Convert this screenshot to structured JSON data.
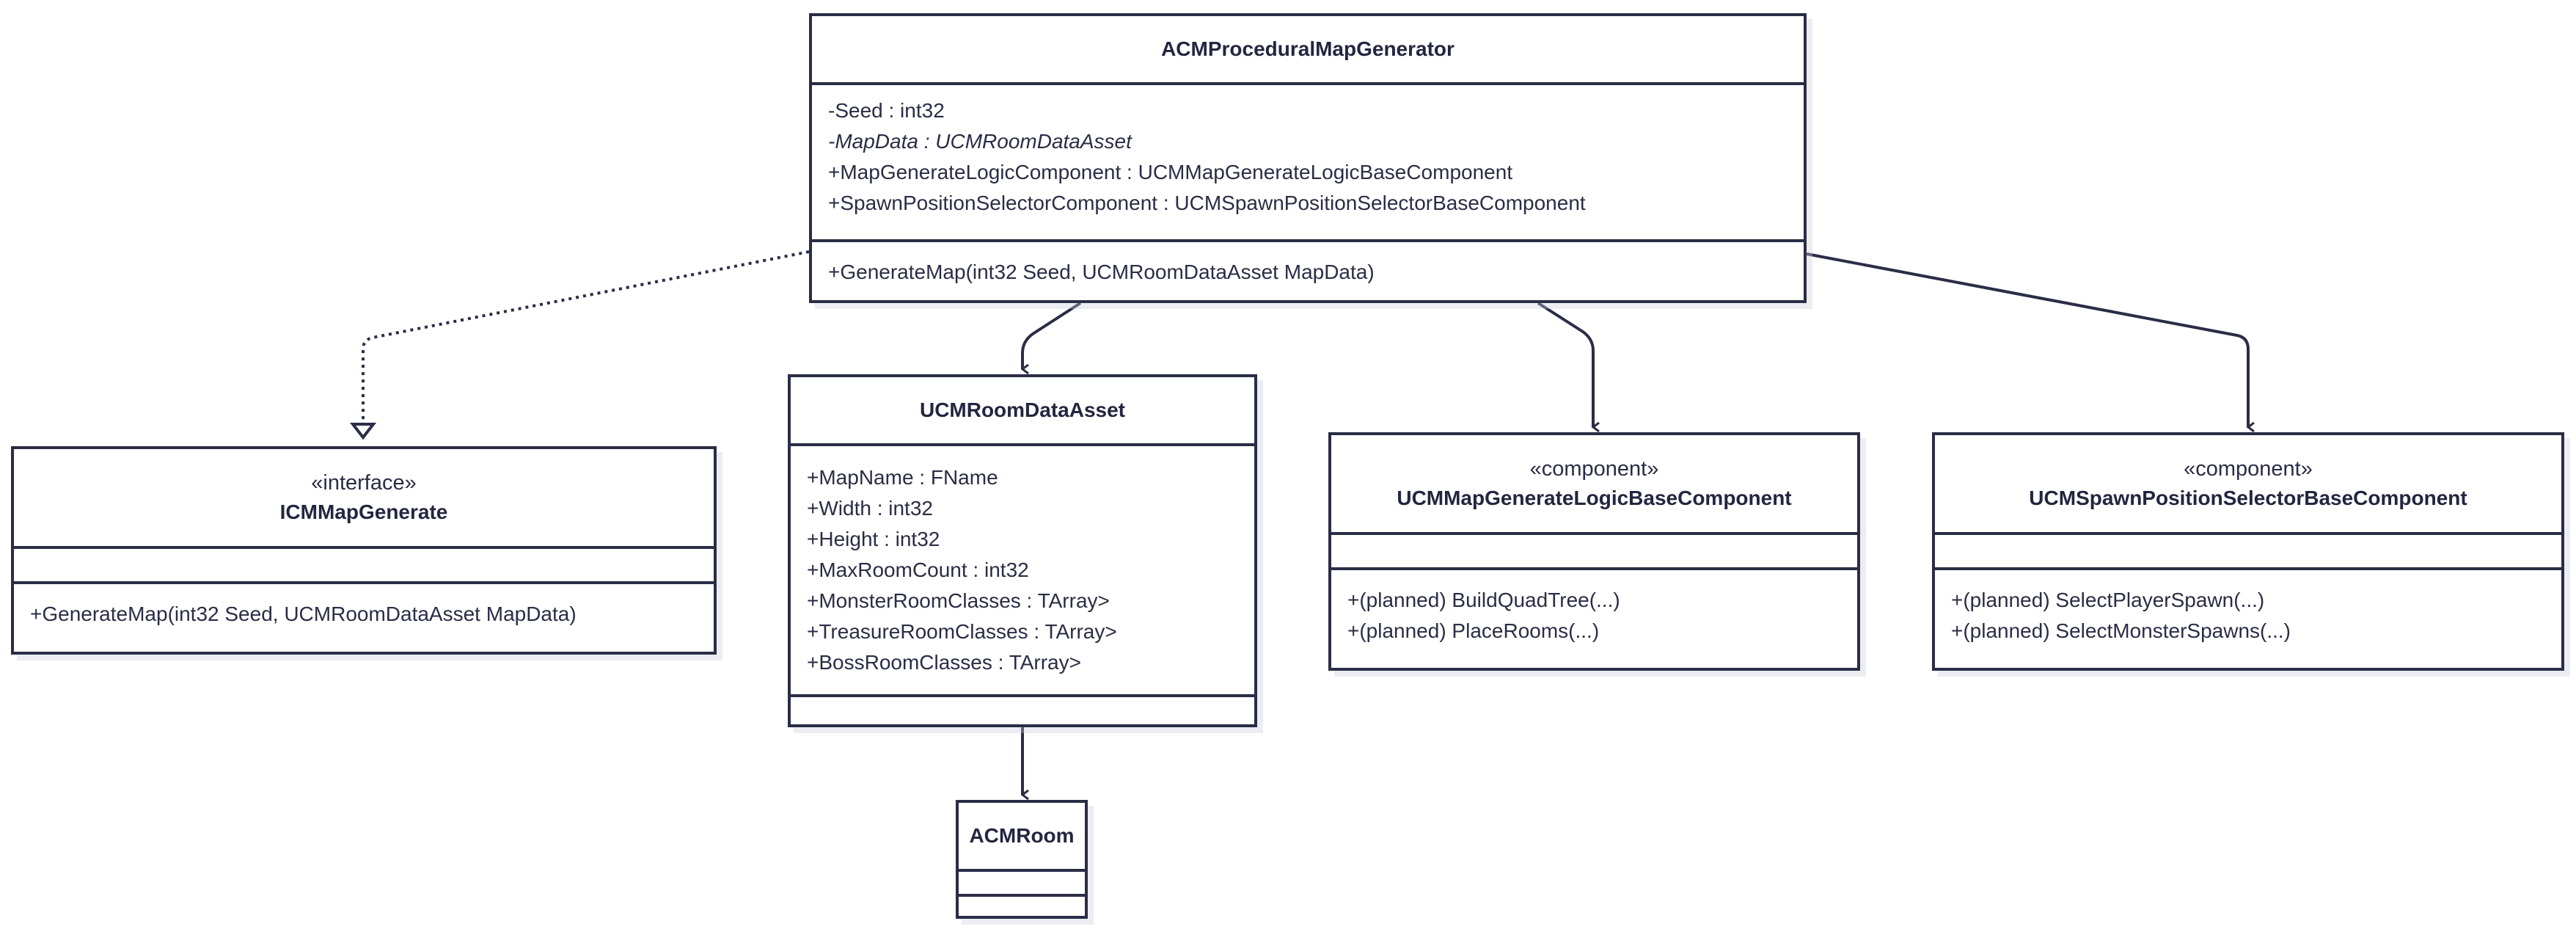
{
  "colors": {
    "stroke": "#2a2d45",
    "background": "#ffffff",
    "text": "#2a2d45"
  },
  "classes": {
    "generator": {
      "name": "ACMProceduralMapGenerator",
      "attributes": [
        "-Seed : int32",
        "-MapData : UCMRoomDataAsset",
        "+MapGenerateLogicComponent : UCMMapGenerateLogicBaseComponent",
        "+SpawnPositionSelectorComponent : UCMSpawnPositionSelectorBaseComponent"
      ],
      "methods": [
        "+GenerateMap(int32 Seed, UCMRoomDataAsset MapData)"
      ]
    },
    "interface": {
      "stereotype": "«interface»",
      "name": "ICMMapGenerate",
      "methods": [
        "+GenerateMap(int32 Seed, UCMRoomDataAsset MapData)"
      ]
    },
    "roomdata": {
      "name": "UCMRoomDataAsset",
      "attributes": [
        "+MapName : FName",
        "+Width : int32",
        "+Height : int32",
        "+MaxRoomCount : int32",
        "+MonsterRoomClasses : TArray>",
        "+TreasureRoomClasses : TArray>",
        "+BossRoomClasses : TArray>"
      ]
    },
    "logic": {
      "stereotype": "«component»",
      "name": "UCMMapGenerateLogicBaseComponent",
      "methods": [
        "+(planned) BuildQuadTree(...)",
        "+(planned) PlaceRooms(...)"
      ]
    },
    "spawn": {
      "stereotype": "«component»",
      "name": "UCMSpawnPositionSelectorBaseComponent",
      "methods": [
        "+(planned) SelectPlayerSpawn(...)",
        "+(planned) SelectMonsterSpawns(...)"
      ]
    },
    "room": {
      "name": "ACMRoom"
    }
  },
  "relationships": [
    {
      "from": "generator",
      "to": "interface",
      "type": "realization"
    },
    {
      "from": "generator",
      "to": "roomdata",
      "type": "association"
    },
    {
      "from": "generator",
      "to": "logic",
      "type": "association"
    },
    {
      "from": "generator",
      "to": "spawn",
      "type": "association"
    },
    {
      "from": "roomdata",
      "to": "room",
      "type": "association"
    }
  ]
}
